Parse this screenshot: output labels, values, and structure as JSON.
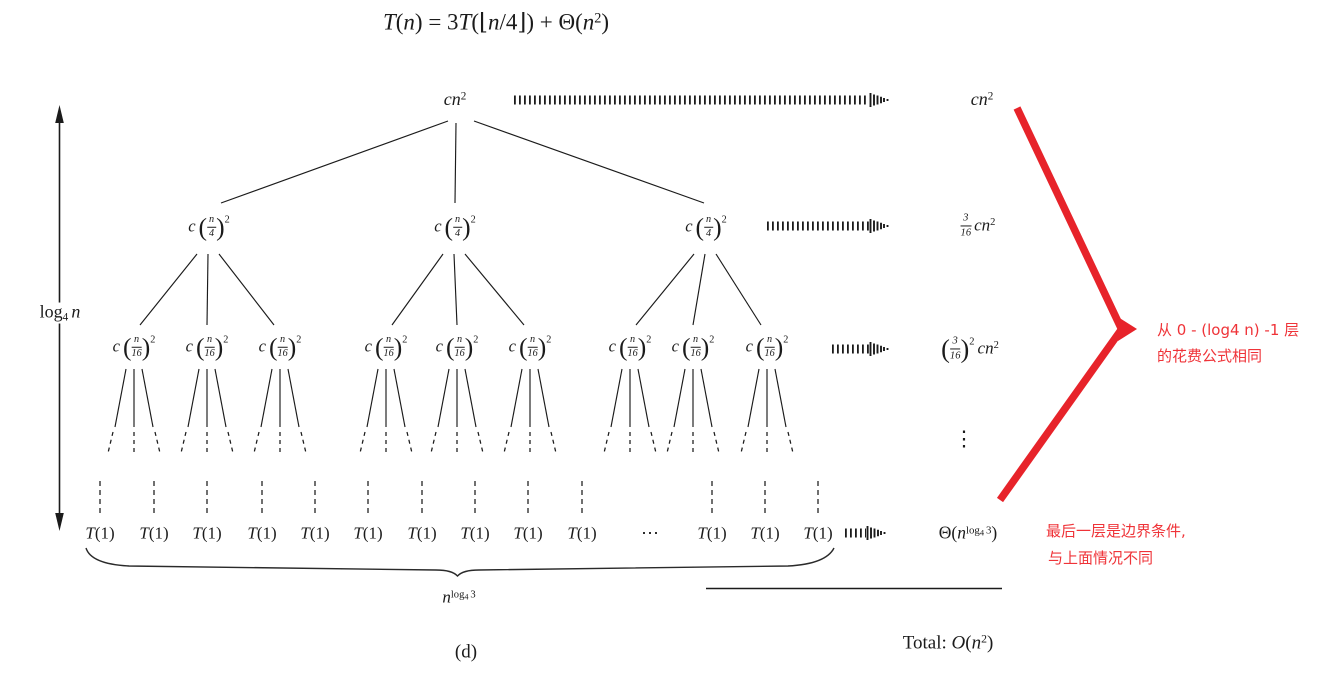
{
  "colors": {
    "ink": "#1b1b1b",
    "red_stroke": "#e7232a",
    "red_text": "#ef3338",
    "background": "#ffffff"
  },
  "title_plain": "T(n) = 3T(⌊n/4⌋) + Θ(n²)",
  "labels": {
    "title": [
      {
        "t": "i",
        "v": "T"
      },
      {
        "t": "r",
        "v": "("
      },
      {
        "t": "i",
        "v": "n"
      },
      {
        "t": "r",
        "v": ") = 3"
      },
      {
        "t": "i",
        "v": "T"
      },
      {
        "t": "r",
        "v": "(⌊"
      },
      {
        "t": "i",
        "v": "n"
      },
      {
        "t": "r",
        "v": "/4⌋) + Θ("
      },
      {
        "t": "i",
        "v": "n"
      },
      {
        "t": "sup",
        "v": "2"
      },
      {
        "t": "r",
        "v": ")"
      }
    ],
    "root": [
      {
        "t": "i",
        "v": "cn"
      },
      {
        "t": "sup",
        "v": "2"
      }
    ],
    "l1": [
      {
        "t": "i",
        "v": "c"
      },
      {
        "t": "sp"
      },
      {
        "t": "bigp",
        "v": "("
      },
      {
        "t": "frac",
        "n": "n",
        "d": "4"
      },
      {
        "t": "bigp",
        "v": ")"
      },
      {
        "t": "psup",
        "v": "2"
      }
    ],
    "l2": [
      {
        "t": "i",
        "v": "c"
      },
      {
        "t": "sp"
      },
      {
        "t": "bigp",
        "v": "("
      },
      {
        "t": "frac",
        "n": "n",
        "d": "16"
      },
      {
        "t": "bigp",
        "v": ")"
      },
      {
        "t": "psup",
        "v": "2"
      }
    ],
    "leaf": [
      {
        "t": "i",
        "v": "T"
      },
      {
        "t": "r",
        "v": "(1)"
      }
    ],
    "ellipsis": [
      {
        "t": "r",
        "v": "⋯"
      }
    ],
    "logn": [
      {
        "t": "r",
        "v": "log"
      },
      {
        "t": "sub",
        "v": "4"
      },
      {
        "t": "sp"
      },
      {
        "t": "i",
        "v": "n"
      }
    ],
    "cost0": [
      {
        "t": "i",
        "v": "cn"
      },
      {
        "t": "sup",
        "v": "2"
      }
    ],
    "cost1": [
      {
        "t": "frac",
        "n": "3",
        "d": "16"
      },
      {
        "t": "sp"
      },
      {
        "t": "i",
        "v": "cn"
      },
      {
        "t": "sup",
        "v": "2"
      }
    ],
    "cost2": [
      {
        "t": "bigp",
        "v": "("
      },
      {
        "t": "frac",
        "n": "3",
        "d": "16"
      },
      {
        "t": "bigp",
        "v": ")"
      },
      {
        "t": "psup",
        "v": "2"
      },
      {
        "t": "sp"
      },
      {
        "t": "i",
        "v": "cn"
      },
      {
        "t": "sup",
        "v": "2"
      }
    ],
    "vdots": [
      {
        "t": "r",
        "v": "⋮"
      }
    ],
    "costLeaf": [
      {
        "t": "r",
        "v": "Θ("
      },
      {
        "t": "i",
        "v": "n"
      },
      {
        "t": "supt",
        "v": [
          {
            "t": "r",
            "v": "log"
          },
          {
            "t": "sub",
            "v": "4"
          },
          {
            "t": "sp"
          },
          {
            "t": "r",
            "v": "3"
          }
        ]
      },
      {
        "t": "r",
        "v": ")"
      }
    ],
    "braceLabel": [
      {
        "t": "i",
        "v": "n"
      },
      {
        "t": "supt",
        "v": [
          {
            "t": "r",
            "v": "log"
          },
          {
            "t": "sub",
            "v": "4"
          },
          {
            "t": "sp"
          },
          {
            "t": "r",
            "v": "3"
          }
        ]
      }
    ],
    "total": [
      {
        "t": "r",
        "v": "Total: "
      },
      {
        "t": "i",
        "v": "O"
      },
      {
        "t": "r",
        "v": "("
      },
      {
        "t": "i",
        "v": "n"
      },
      {
        "t": "sup",
        "v": "2"
      },
      {
        "t": "r",
        "v": ")"
      }
    ],
    "subfig": [
      {
        "t": "r",
        "v": "(d)"
      }
    ]
  },
  "annotations": {
    "note1_line1": "从 0 - (log4 n) -1 层",
    "note1_line2": "的花费公式相同",
    "note2_line1": "最后一层是边界条件,",
    "note2_line2": "与上面情况不同"
  }
}
